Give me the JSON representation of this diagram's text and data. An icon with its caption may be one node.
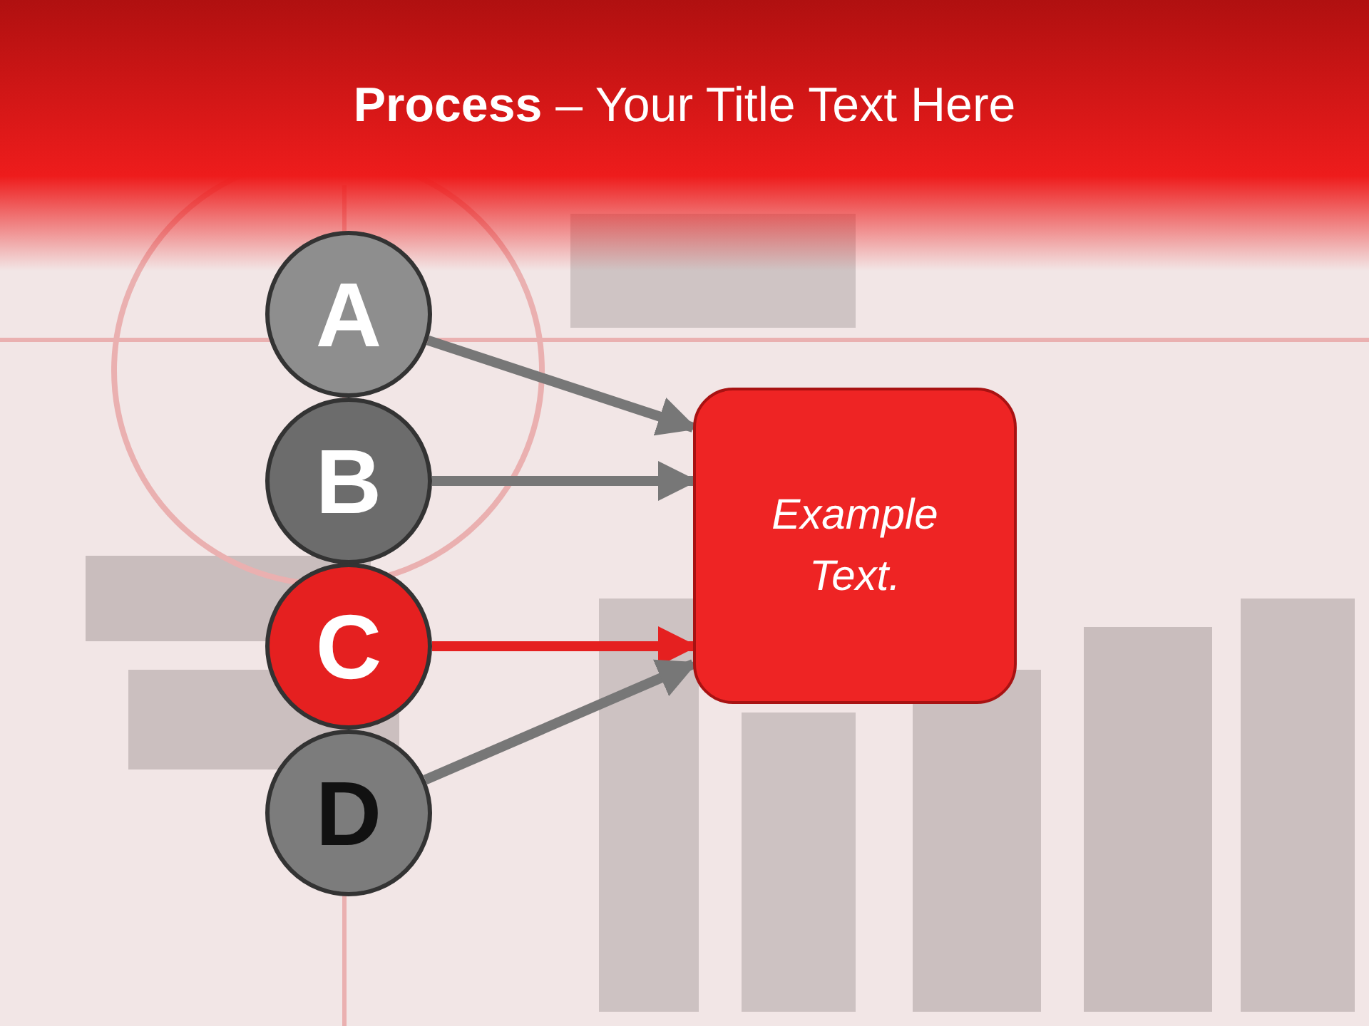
{
  "diagram": {
    "title": "**Process** – Your Title Text Here",
    "nodes": [
      {
        "text": [
          "A"
        ]
      },
      {
        "text": [
          "B"
        ]
      },
      {
        "text": [
          "C"
        ]
      },
      {
        "text": [
          "D"
        ]
      },
      {
        "text": [
          "Example Text."
        ]
      }
    ],
    "edges": [
      {
        "from": 0,
        "to": 4,
        "arrow": "to"
      },
      {
        "from": 1,
        "to": 4,
        "arrow": "to"
      },
      {
        "from": 2,
        "to": 4,
        "arrow": "to",
        "color": "#e52020"
      },
      {
        "from": 3,
        "to": 4,
        "arrow": "to"
      }
    ]
  }
}
